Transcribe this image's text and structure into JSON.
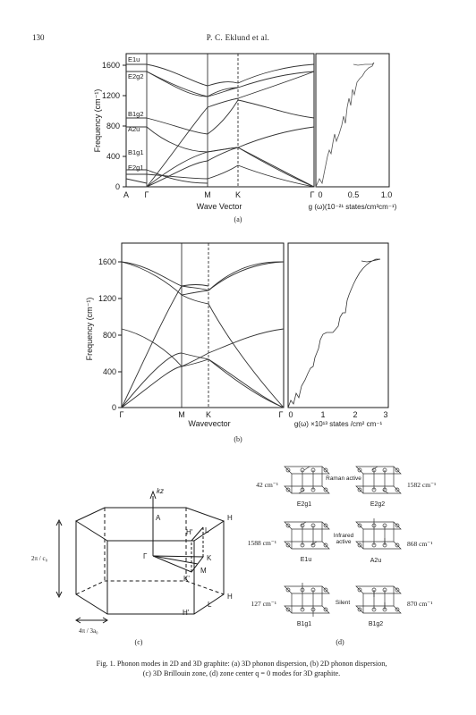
{
  "page": {
    "number": "130",
    "running_head": "P. C. Eklund et al."
  },
  "panel_a": {
    "label": "(a)",
    "ylabel": "Frequency (cm⁻¹)",
    "xlabel": "Wave Vector",
    "yticks": [
      "0",
      "400",
      "800",
      "1200",
      "1600"
    ],
    "points": [
      "A",
      "Γ",
      "M",
      "K",
      "Γ"
    ],
    "mode_labels": [
      "E1u",
      "E2g2",
      "B1g2",
      "A2u",
      "B1g1",
      "E2g1"
    ],
    "dos_xlabel": "g (ω)(10⁻²¹ states/cm³cm⁻¹)",
    "dos_xticks": [
      "0",
      "0.5",
      "1.0"
    ]
  },
  "panel_b": {
    "label": "(b)",
    "ylabel": "Frequency (cm⁻¹)",
    "xlabel": "Wavevector",
    "yticks": [
      "0",
      "400",
      "800",
      "1200",
      "1600"
    ],
    "points": [
      "Γ",
      "M",
      "K",
      "Γ"
    ],
    "dos_xlabel": "g(ω) ×10¹³ states /cm² cm⁻¹",
    "dos_xticks": [
      "0",
      "1",
      "2",
      "3"
    ]
  },
  "panel_c": {
    "label": "(c)",
    "axis_label": "kz",
    "points": [
      "A",
      "H",
      "H'",
      "L",
      "Γ",
      "K",
      "M",
      "K'",
      "H",
      "H'",
      "L"
    ],
    "height_label": "2π / c₀",
    "width_label": "4π / 3a₀"
  },
  "panel_d": {
    "label": "(d)",
    "freqs_left": [
      "42 cm⁻¹",
      "1588 cm⁻¹",
      "127 cm⁻¹"
    ],
    "freqs_right": [
      "1582 cm⁻¹",
      "868 cm⁻¹",
      "870 cm⁻¹"
    ],
    "mode_names": [
      "E2g1",
      "E2g2",
      "E1u",
      "A2u",
      "B1g1",
      "B1g2"
    ],
    "groups": [
      "Raman active",
      "Infrared active",
      "Silent"
    ]
  },
  "caption": {
    "line1": "Fig. 1. Phonon modes in 2D and 3D graphite: (a) 3D phonon dispersion, (b) 2D phonon dispersion,",
    "line2": "(c) 3D Brillouin zone, (d) zone center q = 0 modes for 3D graphite."
  }
}
